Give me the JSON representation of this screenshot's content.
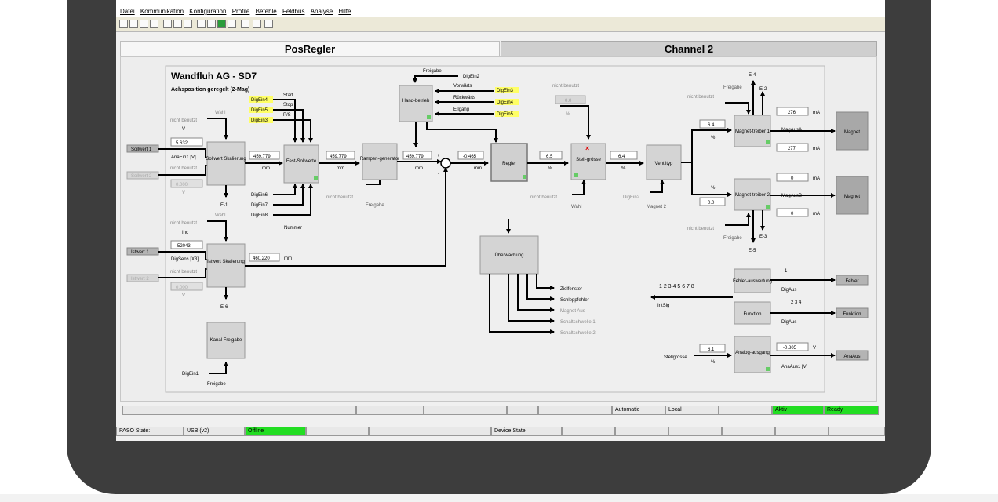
{
  "menu": [
    "Datei",
    "Kommunikation",
    "Konfiguration",
    "Profile",
    "Befehle",
    "Feldbus",
    "Analyse",
    "Hilfe"
  ],
  "tabs": [
    "PosRegler",
    "Channel 2"
  ],
  "diagram": {
    "title": "Wandfluh AG - SD7",
    "subtitle": "Achsposition geregelt (2-Mag)",
    "inputs": {
      "sollwert1": "Sollwert 1",
      "sollwert2": "Sollwert 2",
      "istwert1": "Istwert 1",
      "istwert2": "Istwert 2"
    },
    "labels": {
      "wahl": "Wahl",
      "nicht_benutzt": "nicht benutzt",
      "v": "V",
      "inc": "Inc",
      "anaein1": "AnaEin1 [V]",
      "digsens": "DigSens [X3]",
      "e1": "E-1",
      "e6": "E-6",
      "mm": "mm",
      "freigabe": "Freigabe",
      "nummer": "Nummer",
      "pct": "%",
      "digein2": "DigEin2",
      "magnet2": "Magnet 2",
      "e4": "E-4",
      "e2": "E-2",
      "e3": "E-3",
      "e5": "E-5",
      "ma": "mA",
      "intsig": "IntSig",
      "digaus": "DigAus",
      "stellgroesse": "Stellgrösse",
      "anaaus1": "AnaAus1 [V]"
    },
    "values": {
      "sollwert_v": "5.632",
      "sollwert2_v": "0.000",
      "istwert_inc": "52043",
      "istwert2_v": "0.000",
      "sollwert_mm": "459.779",
      "festsoll_mm": "459.779",
      "rampen_mm": "459.779",
      "istwert_mm": "460.220",
      "diff": "-0.465",
      "regler_pct": "6.5",
      "stell_pct": "6.4",
      "nb_value": "0.0",
      "mag_a_pct": "6.4",
      "mag_b_pct": "0.0",
      "mag1_ma": "276",
      "mag1_ma2": "277",
      "mag2_ma": "0",
      "mag2_ma2": "0",
      "analog_pct": "6.1",
      "analog_v": "-0.805"
    },
    "blocks": {
      "sollwert": "Sollwert Skalierung",
      "fest": "Fest-Sollwerte",
      "rampen": "Rampen-generator",
      "hand": "Hand-betrieb",
      "regler": "Regler",
      "stell": "Stell-grösse",
      "ventil": "Ventiltyp",
      "mag1": "Magnet-treiber 1",
      "mag2": "Magnet-treiber 2",
      "istwert": "Istwert Skalierung",
      "kanal": "Kanal Freigabe",
      "ueber": "Überwachung",
      "fehler": "Fehler-auswertung",
      "funktion": "Funktion",
      "analog": "Analog-ausgang"
    },
    "digital": {
      "d4": "DigEin4",
      "d5": "DigEin5",
      "d3": "DigEin3",
      "d6": "DigEin6",
      "d7": "DigEin7",
      "d8": "DigEin8",
      "d1": "DigEin1"
    },
    "fest_labels": [
      "Start",
      "Stop",
      "P/S"
    ],
    "hand_labels": [
      "Vorwärts",
      "Rückwärts",
      "Eilgang"
    ],
    "magaus": [
      "MagAusA",
      "MagAusB"
    ],
    "outputs": {
      "magnet": "Magnet",
      "fehler": "Fehler",
      "funktion": "Funktion",
      "anaaus": "AnaAus"
    },
    "monitor": [
      "Zielfenster",
      "Schleppfehler",
      "Magnet Aus",
      "Schaltschwelle 1",
      "Schaltschwelle 2"
    ],
    "fehler_nums": "1 2 3 4 5 6 7 8",
    "dig1": "1",
    "dig234": "2 3 4"
  },
  "status": {
    "row1": [
      "Automatic",
      "Local",
      "Aktiv",
      "Ready"
    ],
    "row2": [
      "PASO State:",
      "USB (v2)",
      "Offline",
      "Device State:"
    ]
  },
  "colors": {
    "highlight": "#ffff66",
    "status_green": "#22dd22"
  }
}
